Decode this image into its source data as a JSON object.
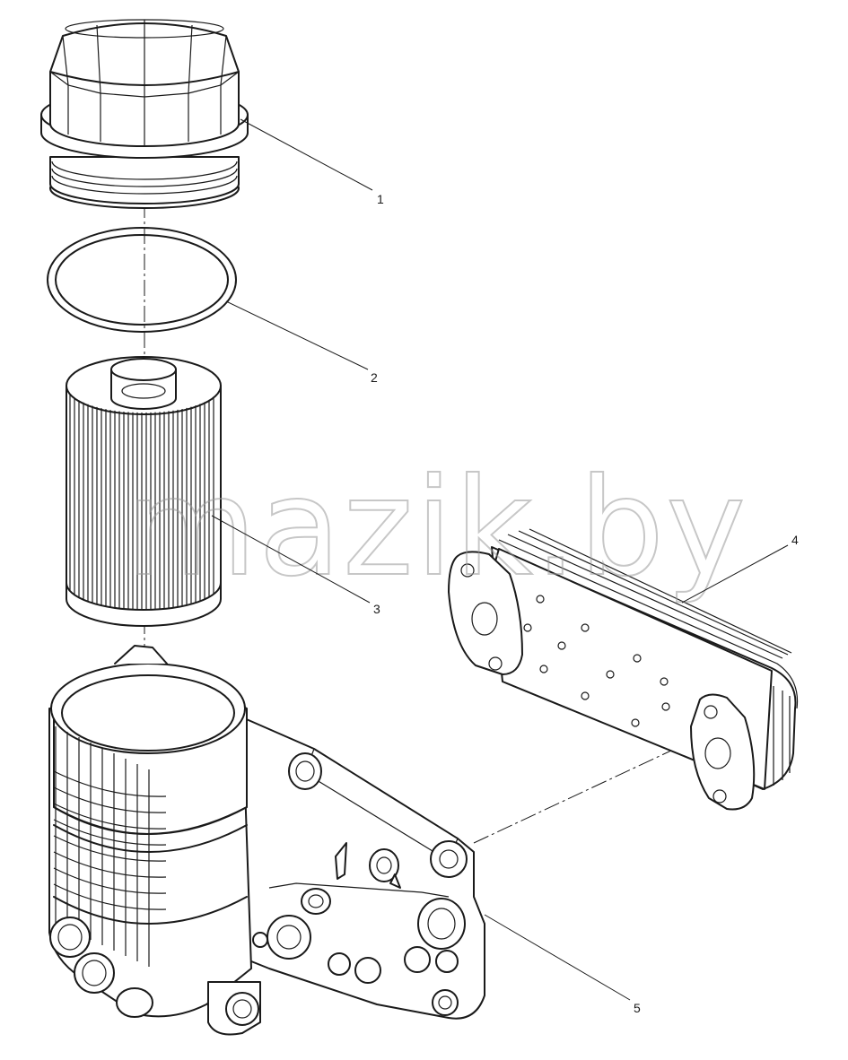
{
  "watermark": "mazik.by",
  "callouts": [
    {
      "id": "c1",
      "label": "1"
    },
    {
      "id": "c2",
      "label": "2"
    },
    {
      "id": "c3",
      "label": "3"
    },
    {
      "id": "c4",
      "label": "4"
    },
    {
      "id": "c5",
      "label": "5"
    }
  ],
  "colors": {
    "line": "#1a1a1a",
    "watermark": "#9a9a9a",
    "background": "#ffffff"
  }
}
